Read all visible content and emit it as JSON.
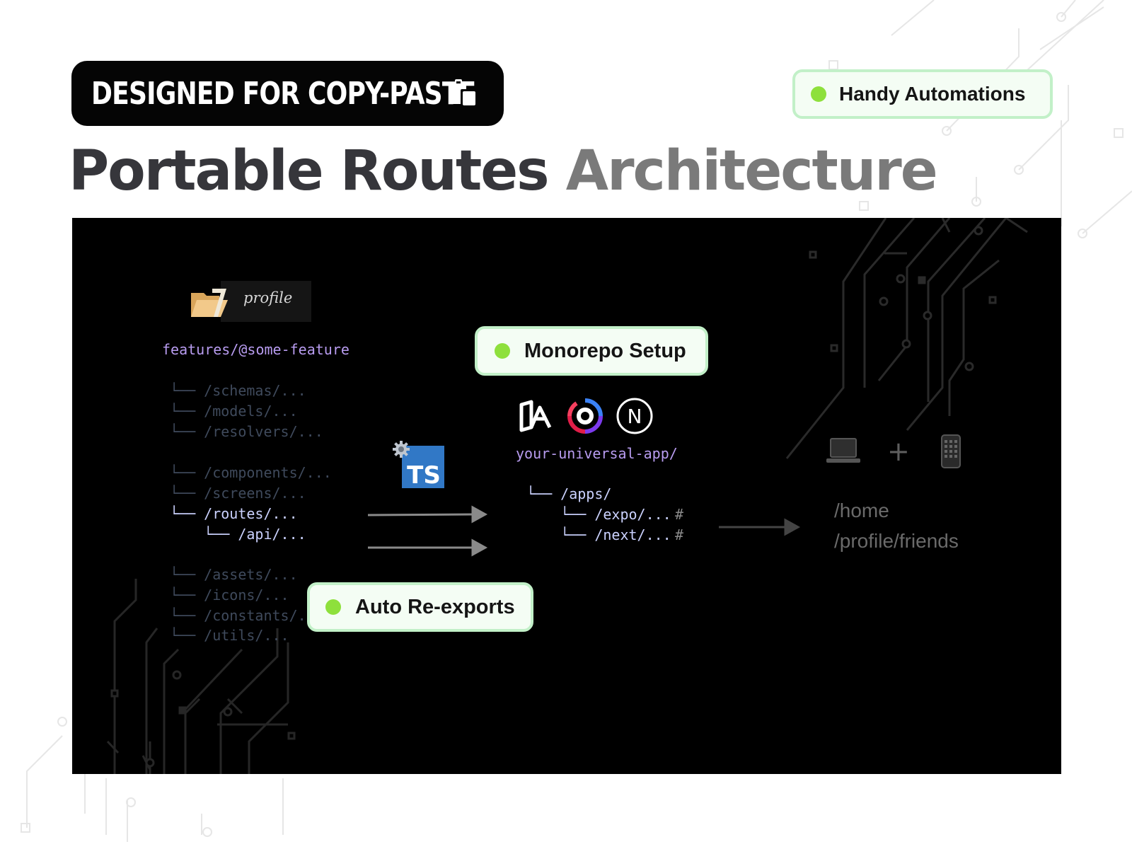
{
  "header": {
    "badge_label": "DESIGNED FOR COPY-PASTE",
    "badge_icon": "clipboard-icon",
    "title_primary": "Portable Routes",
    "title_secondary": "Architecture"
  },
  "pills": {
    "handy": "Handy Automations",
    "monorepo": "Monorepo Setup",
    "reexports": "Auto Re-exports",
    "dot_color": "#8ee03c"
  },
  "feature": {
    "folder_label": "profile",
    "path": "features/@some-feature",
    "tree": [
      {
        "text": "└── /schemas/...",
        "state": "dim"
      },
      {
        "text": "└── /models/...",
        "state": "dim"
      },
      {
        "text": "└── /resolvers/...",
        "state": "dim"
      },
      {
        "text": "└── /components/...",
        "state": "dim"
      },
      {
        "text": "└── /screens/...",
        "state": "dim"
      },
      {
        "text": "└── /routes/...",
        "state": "bright"
      },
      {
        "text": "    └── /api/...",
        "state": "bright"
      },
      {
        "text": "└── /assets/...",
        "state": "dim"
      },
      {
        "text": "└── /icons/...",
        "state": "dim"
      },
      {
        "text": "└── /constants/...",
        "state": "dim"
      },
      {
        "text": "└── /utils/...",
        "state": "dim"
      }
    ]
  },
  "typescript": {
    "label": "TS"
  },
  "app": {
    "path": "your-universal-app/",
    "brand_icons": [
      "expo-icon",
      "react-native-web-icon",
      "nextjs-icon"
    ],
    "next_letter": "N",
    "tree": [
      {
        "text": "└── /apps/",
        "hash": ""
      },
      {
        "text": "    └── /expo/...",
        "hash": "#"
      },
      {
        "text": "    └── /next/...",
        "hash": "#"
      }
    ]
  },
  "output": {
    "plus": "+",
    "routes": [
      "/home",
      "/profile/friends"
    ],
    "devices": [
      "laptop-icon",
      "phone-icon"
    ]
  },
  "colors": {
    "path_purple": "#b89cf0",
    "pill_border": "#c2f0c8",
    "ts_blue": "#3178c6"
  }
}
